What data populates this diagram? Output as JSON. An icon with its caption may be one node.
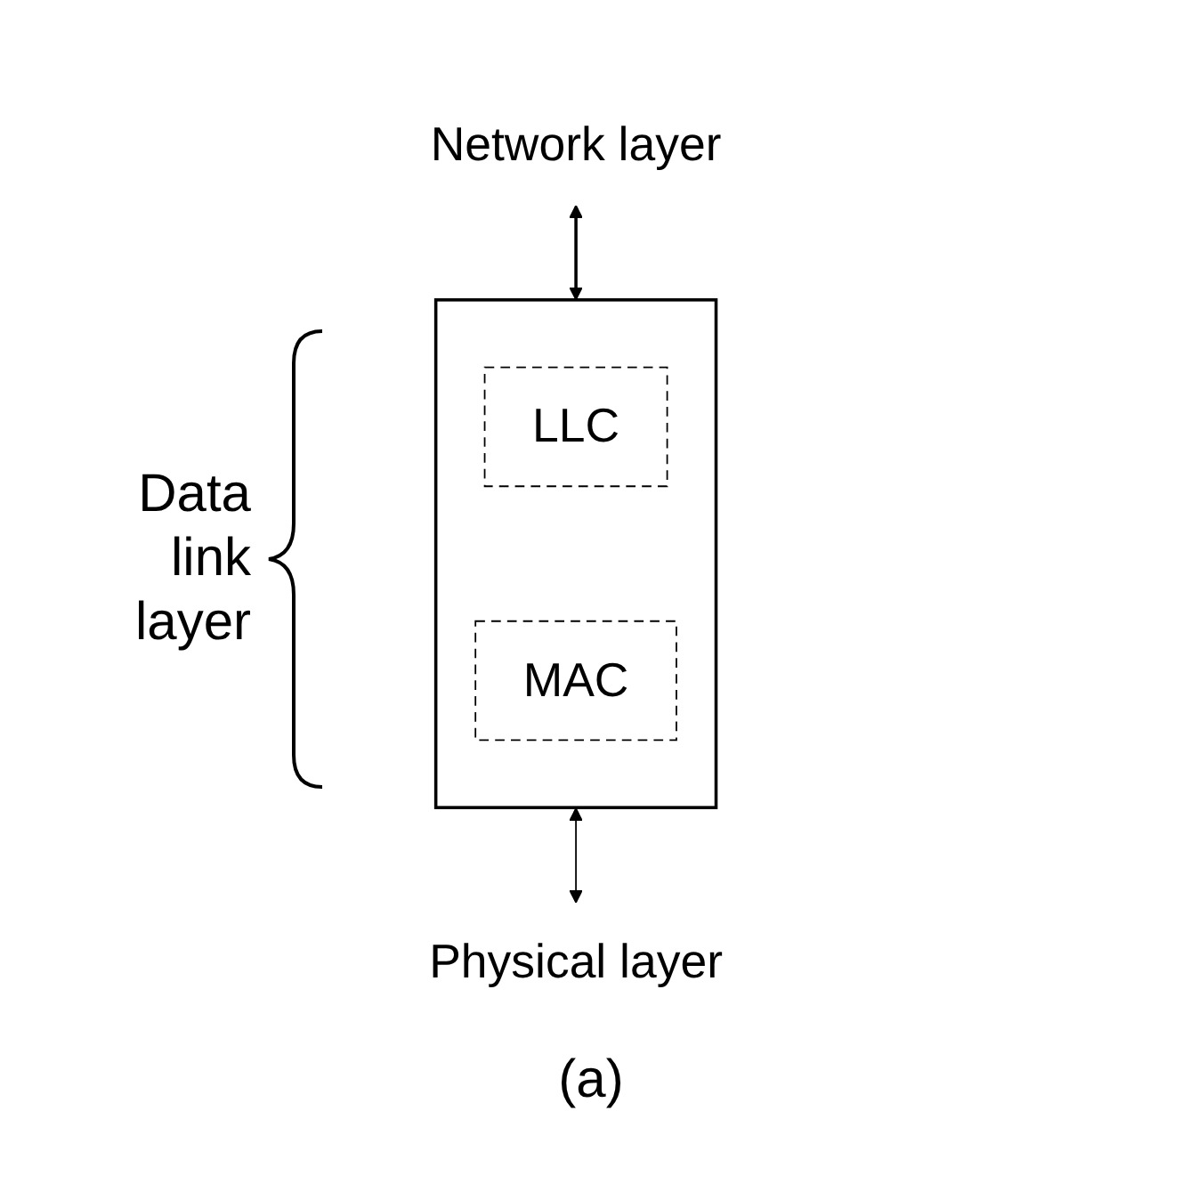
{
  "diagram": {
    "caption": "(a)",
    "nodes": [
      {
        "text": [
          "Network layer"
        ]
      },
      {
        "text": [],
        "shape": "box"
      },
      {
        "text": [
          "LLC"
        ],
        "in": 1
      },
      {
        "text": [
          "MAC"
        ],
        "in": 1
      },
      {
        "text": [
          "Physical layer"
        ]
      }
    ],
    "edges": [
      {
        "from": 0,
        "to": 1,
        "arrow": "both"
      },
      {
        "from": 1,
        "to": 4,
        "arrow": "both"
      }
    ],
    "labels": [
      "Data link layer"
    ]
  }
}
